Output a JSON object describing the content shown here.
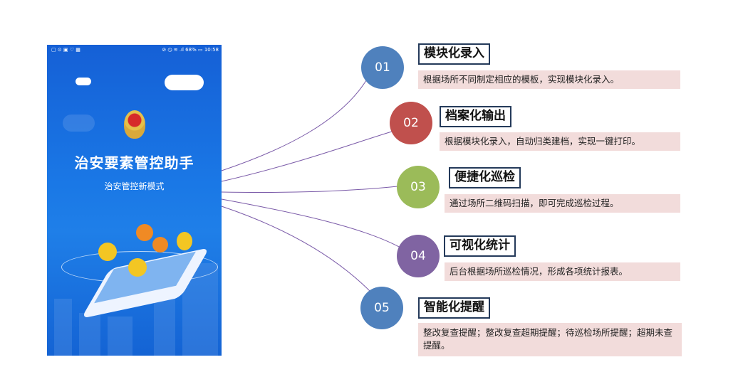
{
  "phone": {
    "status_bar": {
      "left_icons": [
        "sim-icon",
        "alarm-icon",
        "image-icon",
        "shield-icon",
        "app-icon"
      ],
      "signal": "68%",
      "time": "10:58"
    },
    "app_title": "治安要素管控助手",
    "slogan": "治安管控新模式"
  },
  "features": [
    {
      "num": "01",
      "title": "模块化录入",
      "desc": "根据场所不同制定相应的模板，实现模块化录入。",
      "color": "#4f81bd"
    },
    {
      "num": "02",
      "title": "档案化输出",
      "desc": "根据模块化录入，自动归类建档，实现一键打印。",
      "color": "#c0504d"
    },
    {
      "num": "03",
      "title": "便捷化巡检",
      "desc": "通过场所二维码扫描，即可完成巡检过程。",
      "color": "#9bbb59"
    },
    {
      "num": "04",
      "title": "可视化统计",
      "desc": "后台根据场所巡检情况，形成各项统计报表。",
      "color": "#8064a2"
    },
    {
      "num": "05",
      "title": "智能化提醒",
      "desc": "整改复查提醒；整改复查超期提醒；待巡检场所提醒；超期未查提醒。",
      "color": "#4f81bd"
    }
  ]
}
